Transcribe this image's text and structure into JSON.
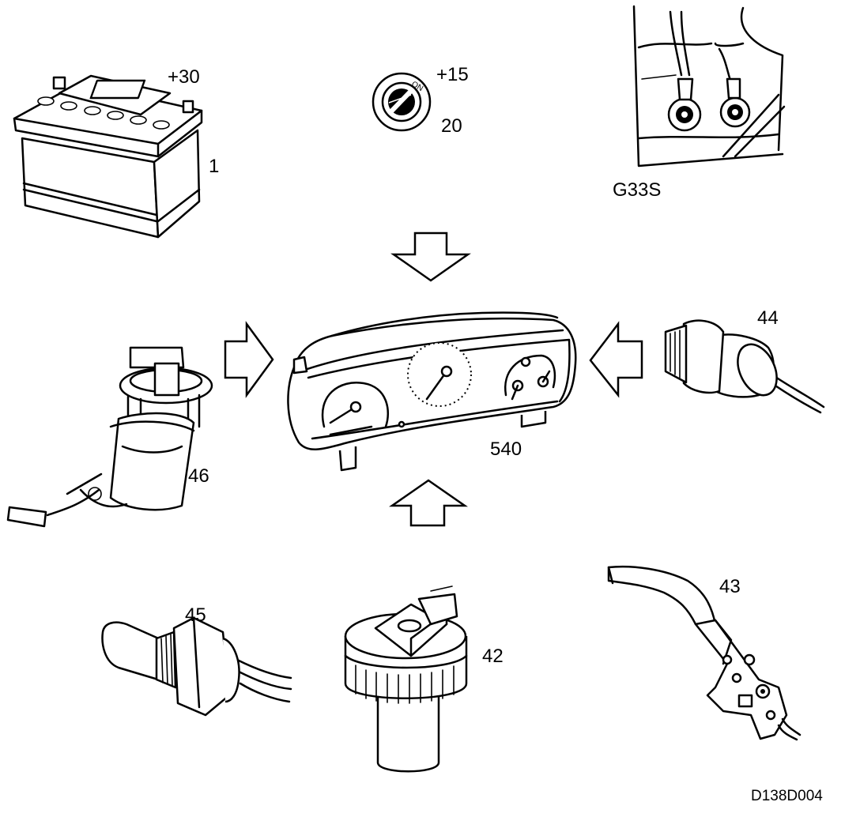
{
  "diagram": {
    "components": [
      {
        "id": "battery",
        "number": "1",
        "terminal": "+30",
        "icon": "battery-icon"
      },
      {
        "id": "ignition-switch",
        "number": "20",
        "terminal": "+15",
        "switch_mark": "ON",
        "icon": "ignition-switch-icon"
      },
      {
        "id": "ground-point",
        "number": "G33S",
        "icon": "ground-terminal-icon"
      },
      {
        "id": "instrument-cluster",
        "number": "540",
        "icon": "instrument-cluster-icon"
      },
      {
        "id": "oil-pressure-switch",
        "number": "44",
        "icon": "pressure-switch-icon"
      },
      {
        "id": "fuel-level-sender",
        "number": "46",
        "icon": "fuel-pump-icon"
      },
      {
        "id": "coolant-temperature-sensor",
        "number": "45",
        "icon": "temperature-sensor-icon"
      },
      {
        "id": "brake-fluid-level-sensor",
        "number": "42",
        "icon": "fluid-level-sensor-icon"
      },
      {
        "id": "parking-brake-switch",
        "number": "43",
        "icon": "parking-brake-lever-icon"
      }
    ],
    "figure_code": "D138D004"
  }
}
